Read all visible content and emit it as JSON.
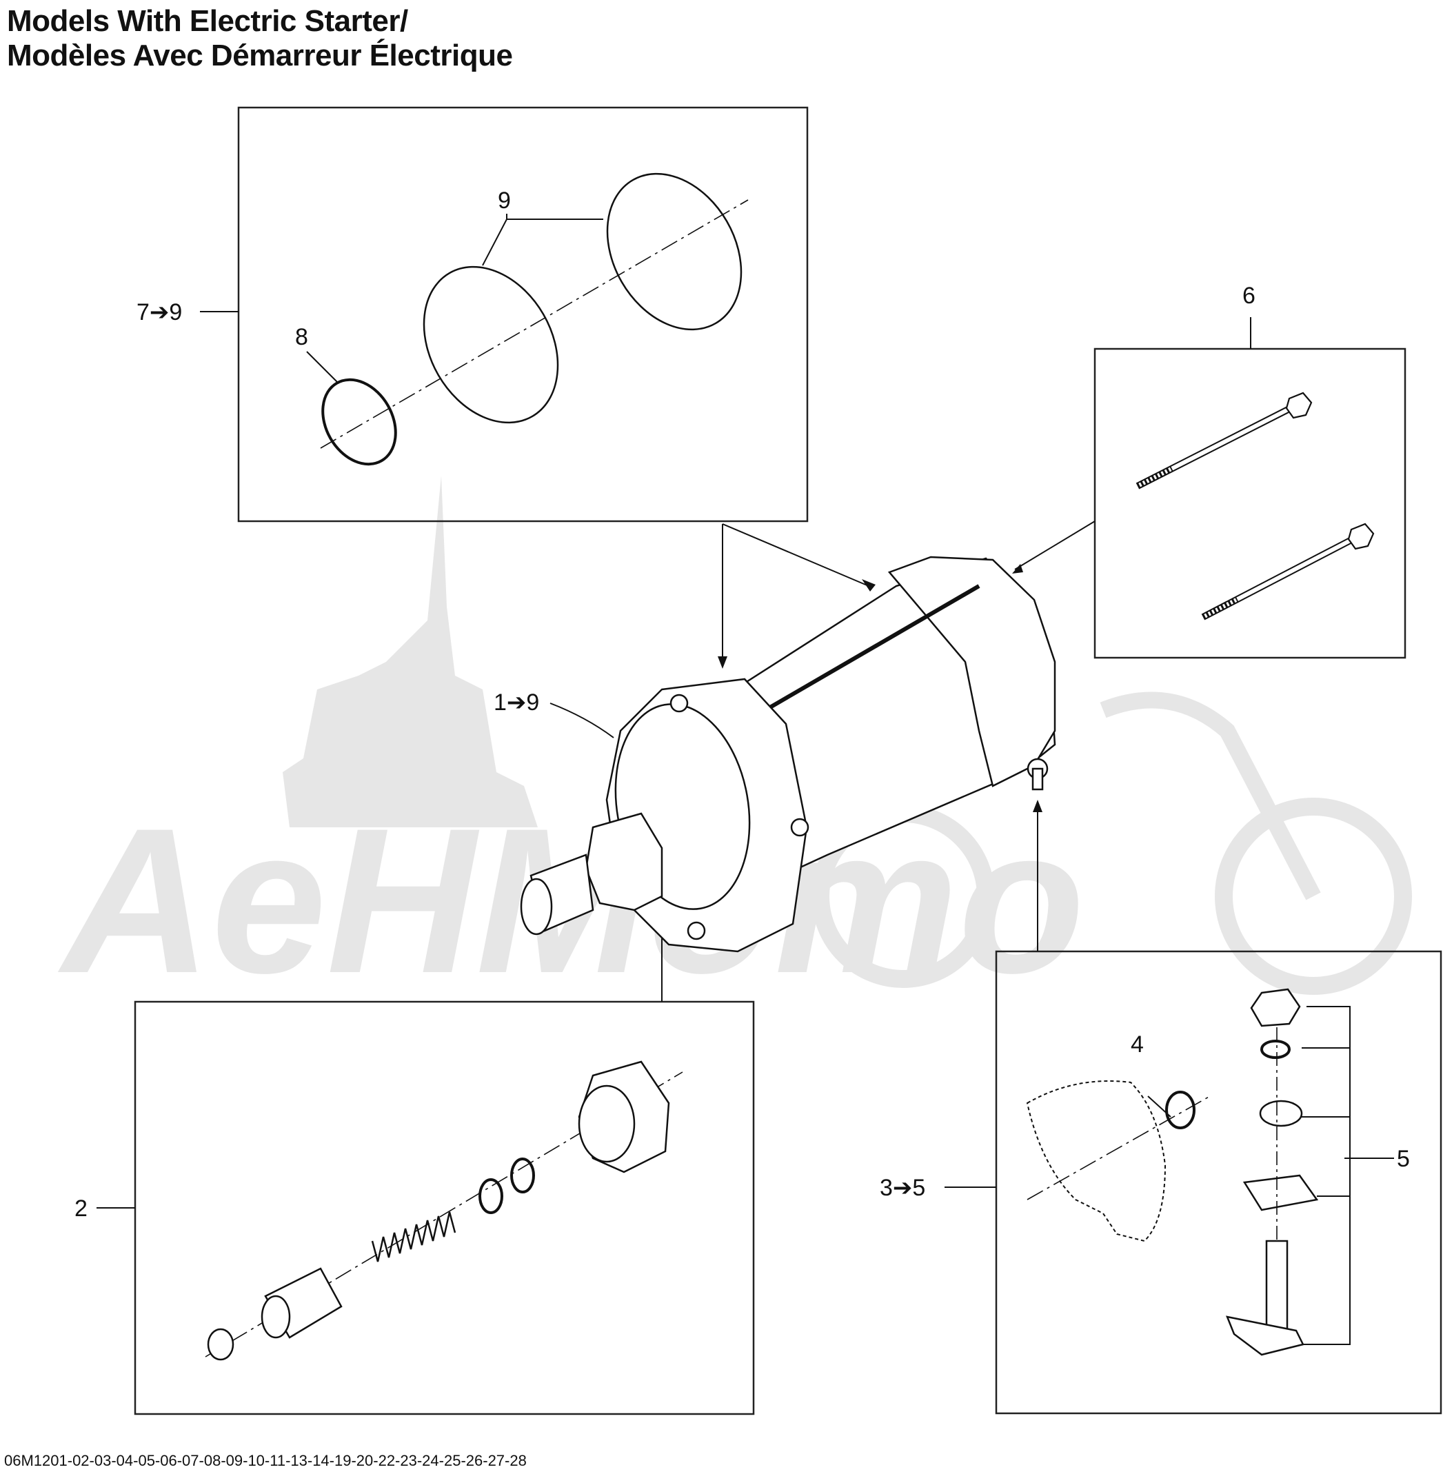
{
  "title": {
    "line1": "Models With Electric Starter/",
    "line2": "Modèles Avec Démarreur Électrique"
  },
  "callouts": {
    "c7_9": "7➔9",
    "c8": "8",
    "c9": "9",
    "c6": "6",
    "c1_9": "1➔9",
    "c2": "2",
    "c3_5": "3➔5",
    "c4": "4",
    "c5": "5"
  },
  "watermark": {
    "text": "AeHMomo",
    "color": "#e4e4e4"
  },
  "colors": {
    "line": "#111111",
    "frame": "#222222",
    "part_shade": "#f0f0f0"
  },
  "footer": {
    "code": "06M1201-02-03-04-05-06-07-08-09-10-11-13-14-19-20-22-23-24-25-26-27-28"
  }
}
